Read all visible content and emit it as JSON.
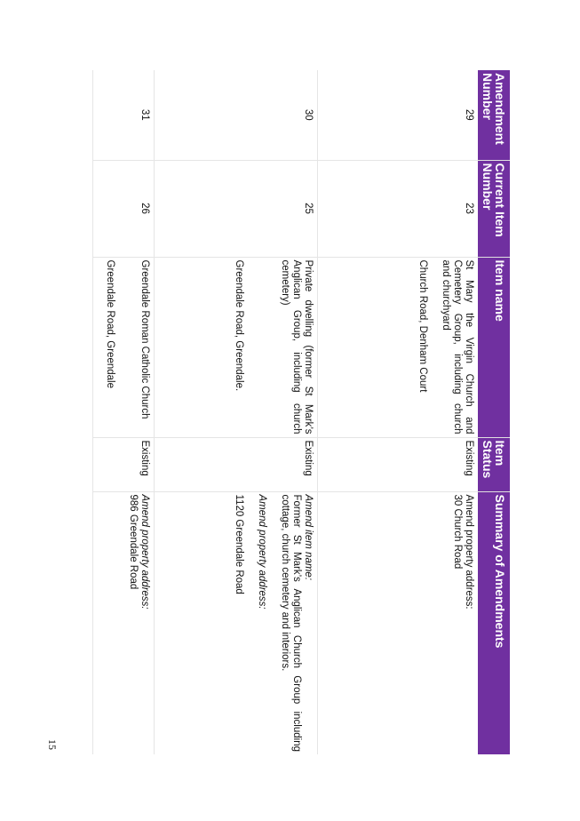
{
  "page_number": "15",
  "table": {
    "headers": {
      "amendment_number": "Amendment Number",
      "current_item_number": "Current Item Number",
      "item_name": "Item name",
      "item_status": "Item Status",
      "summary": "Summary of Amendments"
    },
    "rows": [
      {
        "amendment_number": "29",
        "current_item_number": "23",
        "item_name": "St Mary the Virgin Church and Cemetery Group, including church and churchyard",
        "item_address": "Church Road, Denham Court",
        "item_status": "Existing",
        "summary_lines": [
          {
            "text": "Amend property address:",
            "italic": false
          },
          {
            "text": "30 Church Road",
            "italic": false
          }
        ]
      },
      {
        "amendment_number": "30",
        "current_item_number": "25",
        "item_name": "Private dwelling (former St Mark’s Anglican Group, including church cemetery)",
        "item_address": "Greendale Road, Greendale.",
        "item_status": "Existing",
        "summary_lines": [
          {
            "text": "Amend item name:",
            "italic": true
          },
          {
            "text": "Former St Mark’s Anglican Church Group including cottage, church cemetery and interiors.",
            "italic": false
          },
          {
            "text": "Amend property address:",
            "italic": true
          },
          {
            "text": "1120 Greendale Road",
            "italic": false
          }
        ]
      },
      {
        "amendment_number": "31",
        "current_item_number": "26",
        "item_name": "Greendale Roman Catholic Church",
        "item_address": "Greendale Road, Greendale",
        "item_status": "Existing",
        "summary_lines": [
          {
            "text": "Amend property address:",
            "italic": true
          },
          {
            "text": "986 Greendale Road",
            "italic": false
          }
        ]
      }
    ]
  }
}
